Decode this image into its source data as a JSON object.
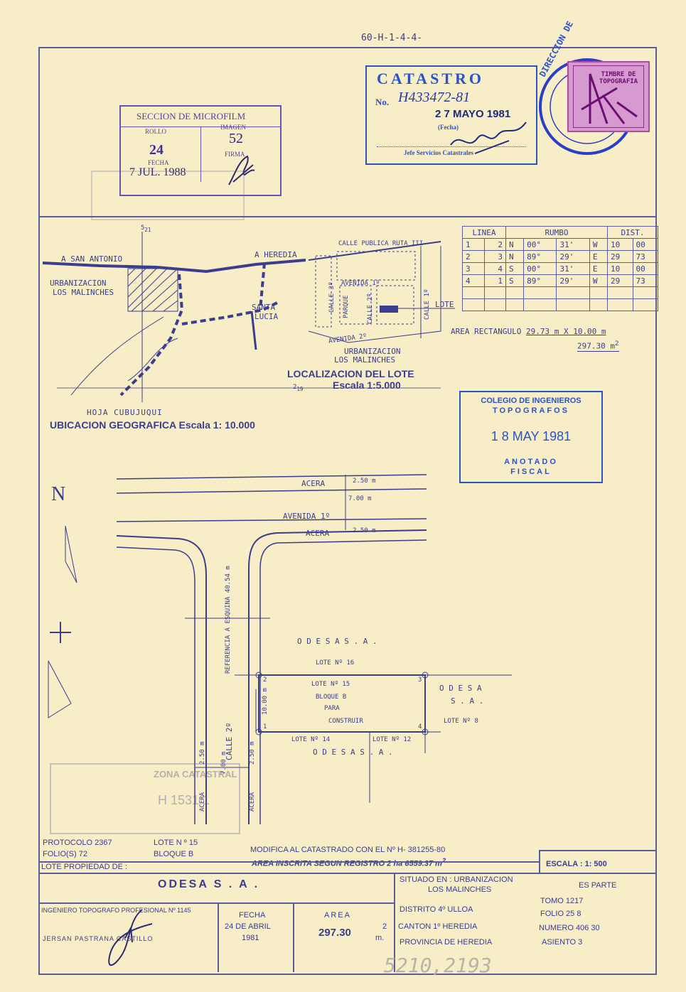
{
  "header": {
    "code": "60-H-1-4-4-",
    "bottom_code": "5210,2193"
  },
  "microfilm_stamp": {
    "title": "SECCION DE MICROFILM",
    "rollo_label": "ROLLO",
    "rollo_value": "24",
    "imagen_label": "IMAGEN",
    "imagen_value": "52",
    "fecha_label": "FECHA",
    "fecha_value": "7 JUL. 1988",
    "firma_label": "FIRMA"
  },
  "catastro_stamp": {
    "title": "CATASTRO",
    "no_label": "No.",
    "no_value": "H433472-81",
    "date": "2 7 MAYO 1981",
    "fecha_label": "(Fecha)",
    "footer": "Jefe Servicios Catastrales"
  },
  "timbre": {
    "label": "TIMBRE DE TOPOGRAFIA",
    "ring_text": "DIRECCION DE"
  },
  "rumbo_table": {
    "headers": [
      "LINEA",
      "RUMBO",
      "DIST."
    ],
    "rows": [
      [
        "1",
        "2",
        "N",
        "00°",
        "31'",
        "W",
        "10",
        "00"
      ],
      [
        "2",
        "3",
        "N",
        "89°",
        "29'",
        "E",
        "29",
        "73"
      ],
      [
        "3",
        "4",
        "S",
        "00°",
        "31'",
        "E",
        "10",
        "00"
      ],
      [
        "4",
        "1",
        "S",
        "89°",
        "29'",
        "W",
        "29",
        "73"
      ]
    ]
  },
  "area_rect": {
    "label": "AREA RECTANGULO",
    "dims": "29.73 m X 10.00 m",
    "value": "297.30 m",
    "sup": "2"
  },
  "location_map": {
    "a_san_antonio": "A SAN ANTONIO",
    "a_heredia": "A HEREDIA",
    "urbanizacion": "URBANIZACION",
    "los_malinches": "LOS MALINCHES",
    "santa": "SANTA",
    "lucia": "LUCIA",
    "coord_top": "5",
    "coord_top_sub": "21",
    "coord_right": "2",
    "coord_right_sub": "19",
    "hoja": "HOJA CUBUJUQUI",
    "ubicacion": "UBICACION GEOGRAFICA Escala 1: 10.000"
  },
  "lote_map": {
    "calle_publica": "CALLE PUBLICA RUTA III",
    "avenida_1": "AVENIDA 1º",
    "avenida_2": "AVENIDA 2º",
    "calle_3": "CALLE 3º",
    "calle_2": "CALLE 2º",
    "calle_1": "CALLE 1º",
    "parque": "PARQUE",
    "lote": "LOTE",
    "urbanizacion": "URBANIZACION",
    "los_malinches": "LOS MALINCHES",
    "localizacion": "LOCALIZACION DEL LOTE",
    "escala": "Escala 1:5.000"
  },
  "colegio_stamp": {
    "line1": "COLEGIO DE INGENIEROS",
    "line2": "TOPOGRAFOS",
    "date": "1 8 MAY 1981",
    "anotado": "ANOTADO",
    "fiscal": "FISCAL"
  },
  "plan": {
    "north": "N",
    "acera_top": "ACERA",
    "acera_top_w": "2.50 m",
    "road_w": "7.00 m",
    "avenida": "AVENIDA 1º",
    "acera_mid": "ACERA",
    "acera_mid_w": "2.50 m",
    "referencia": "REFERENCIA A ESQUINA 40.54 m",
    "calle": "CALLE 2º",
    "calle_w": "7.00 m",
    "acera_left": "ACERA",
    "acera_left_w": "2.50 m",
    "acera_right": "ACERA",
    "acera_right_w": "2.50 m",
    "odesa_top": "O D E S A   S . A .",
    "lote16": "LOTE Nº 16",
    "lote15": "LOTE Nº 15",
    "bloque_b": "BLOQUE B",
    "para": "PARA",
    "construir": "CONSTRUIR",
    "ten_m": "10.00 m",
    "odesa_right1": "O D E S A",
    "odesa_right2": "S . A .",
    "lote8": "LOTE Nº 8",
    "lote14": "LOTE Nº 14",
    "lote12": "LOTE Nº 12",
    "odesa_bottom": "O D E S A  S . A .",
    "v1": "1",
    "v2": "2",
    "v3": "3",
    "v4": "4"
  },
  "zona_stamp": {
    "title": "ZONA CATASTRAL",
    "value": "H 1531 1"
  },
  "footer": {
    "protocolo": "PROTOCOLO 2367",
    "folio": "FOLIO(S) 72",
    "lote_no": "LOTE N º  15",
    "bloque": "BLOQUE   B",
    "modifica": "MODIFICA AL CATASTRADO CON EL Nº H- 381255-80",
    "area_inscrita": "AREA INSCRITA SEGUN REGISTRO 2 ha 6559.37 m",
    "area_inscrita_sup": "2",
    "escala": "ESCALA : 1: 500",
    "lote_propiedad": "LOTE PROPIEDAD DE :",
    "owner": "ODESA  S . A .",
    "situado": "SITUADO EN : URBANIZACION",
    "situado2": "LOS MALINCHES",
    "es_parte": "ES PARTE",
    "tomo": "TOMO  1217",
    "folio2": "FOLIO  25 8",
    "numero": "NUMERO  406 30",
    "asiento": "ASIENTO  3",
    "distrito": "DISTRITO 4º ULLOA",
    "canton": "CANTON  1º  HEREDIA",
    "provincia": "PROVINCIA DE HEREDIA",
    "ingeniero": "INGENIERO TOPOGRAFO PROFESIONAL Nº 1145",
    "engineer_name": "JERSAN PASTRANA CASTILLO",
    "fecha_label": "FECHA",
    "fecha1": "24 DE ABRIL",
    "fecha2": "1981",
    "area_label": "AREA",
    "area_value": "297.30",
    "area_unit": "m.",
    "area_sup": "2"
  }
}
